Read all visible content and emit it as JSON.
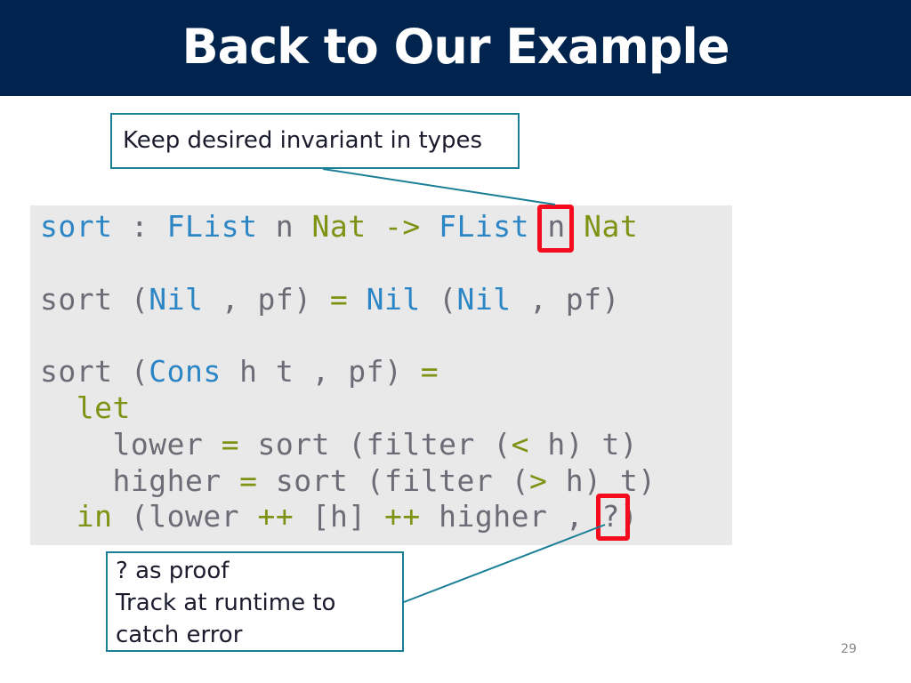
{
  "slide": {
    "title": "Back to Our Example",
    "page_number": "29"
  },
  "callouts": {
    "top": "Keep desired invariant in types",
    "bottom": [
      "? as proof",
      "Track at runtime to",
      "catch error"
    ]
  },
  "code": {
    "line1": {
      "fn": "sort",
      "colon": " : ",
      "flist1": "FList",
      "n1": " n ",
      "nat1": "Nat",
      "arrow": " -> ",
      "flist2": "FList",
      "sp": " ",
      "n2": "n",
      "sp2": " ",
      "nat2": "Nat"
    },
    "line2": {
      "fn": "sort",
      "open": " (",
      "nil1": "Nil",
      "mid": " , pf) ",
      "eq": "=",
      "sp": " ",
      "nil2": "Nil",
      "open2": " (",
      "nil3": "Nil",
      "rest": " , pf)"
    },
    "line3": {
      "fn": "sort",
      "open": " (",
      "cons": "Cons",
      "rest": " h t , pf) ",
      "eq": "="
    },
    "line4": {
      "indent": "  ",
      "let": "let"
    },
    "line5": {
      "indent": "    ",
      "lower": "lower",
      "sp": " ",
      "eq": "=",
      "call": " sort (filter (",
      "lt": "<",
      "rest": " h) t)"
    },
    "line6": {
      "indent": "    ",
      "higher": "higher",
      "sp": " ",
      "eq": "=",
      "call": " sort (filter (",
      "gt": ">",
      "rest": " h) t)"
    },
    "line7": {
      "indent": "  ",
      "in": "in",
      "open": " (lower ",
      "pp1": "++",
      "mid": " [h] ",
      "pp2": "++",
      "rest": " higher , ",
      "q": "?",
      "close": ")"
    }
  },
  "colors": {
    "title_bar": "#00244d",
    "keyword_blue": "#2c86c6",
    "keyword_green": "#7f9214",
    "highlight_red": "#f40b1e",
    "callout_border": "#1a7f96",
    "code_bg": "#e9e9e9"
  }
}
